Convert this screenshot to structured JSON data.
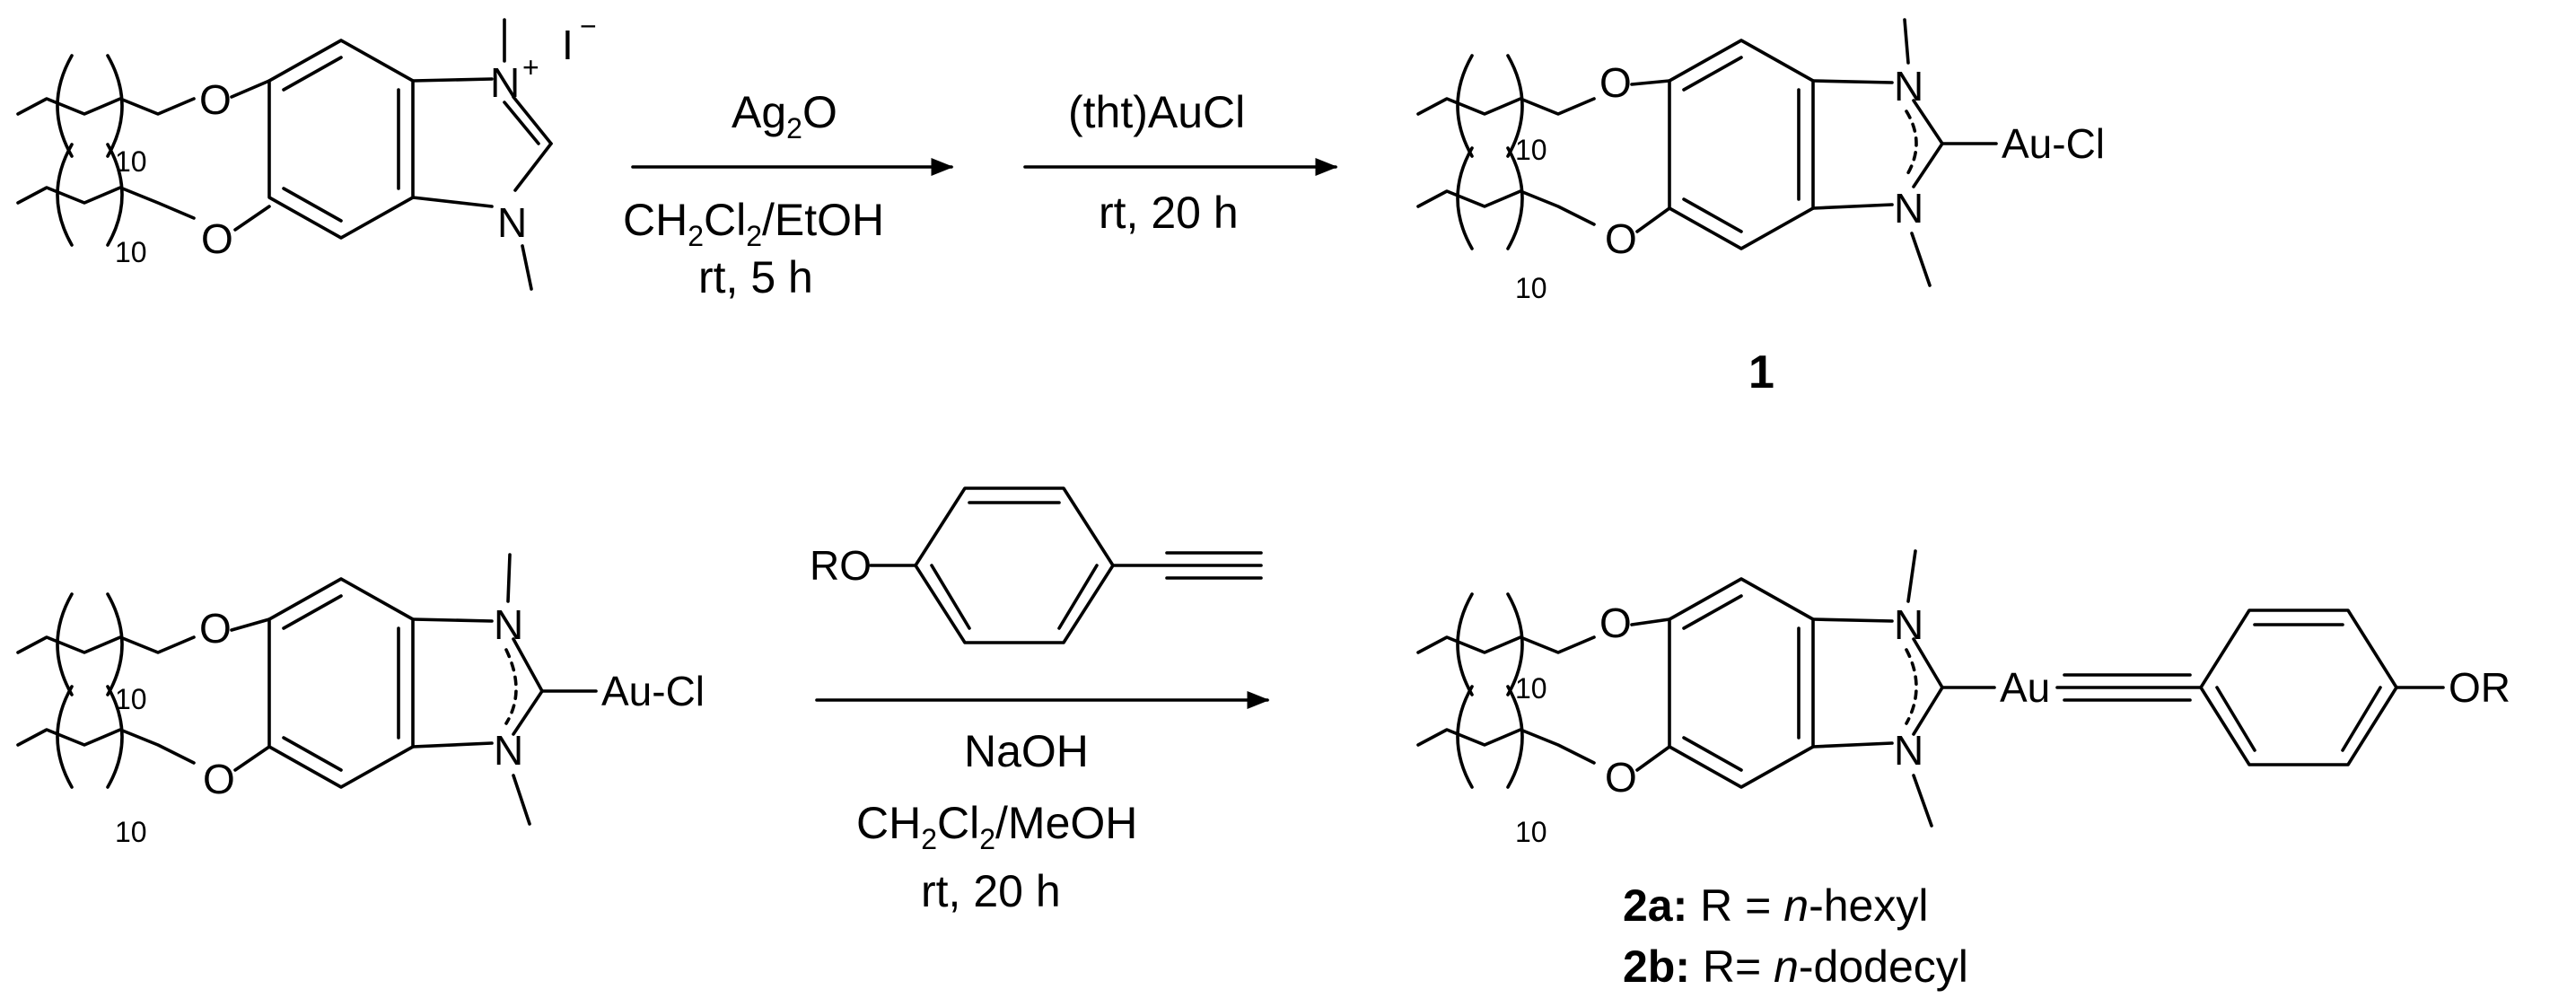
{
  "scheme": {
    "reaction_1": {
      "step_1": {
        "reagent_prefix": "Ag",
        "reagent_sub": "2",
        "reagent_suffix": "O",
        "solvent_a": "CH",
        "solvent_sub_a": "2",
        "solvent_b": "Cl",
        "solvent_sub_b": "2",
        "solvent_c": "/EtOH",
        "conditions": "rt, 5 h"
      },
      "step_2": {
        "reagent": "(tht)AuCl",
        "conditions": "rt, 20 h"
      },
      "product_label": "1"
    },
    "reaction_2": {
      "reagent_group": "RO",
      "base": "NaOH",
      "solvent_a": "CH",
      "solvent_sub_a": "2",
      "solvent_b": "Cl",
      "solvent_sub_b": "2",
      "solvent_c": "/MeOH",
      "conditions": "rt, 20 h",
      "products": [
        {
          "label": "2a:",
          "eq": " R = ",
          "prefix": "n",
          "rest": "-hexyl"
        },
        {
          "label": "2b:",
          "eq": " R= ",
          "prefix": "n",
          "rest": "-dodecyl"
        }
      ]
    },
    "atoms": {
      "oxygen": "O",
      "nitrogen": "N",
      "cation": "+",
      "iodide": "I",
      "iodide_charge": "−",
      "gold": "Au",
      "gold_chloride": "Au-Cl",
      "ether_end": "OR",
      "repeat": "10"
    }
  }
}
